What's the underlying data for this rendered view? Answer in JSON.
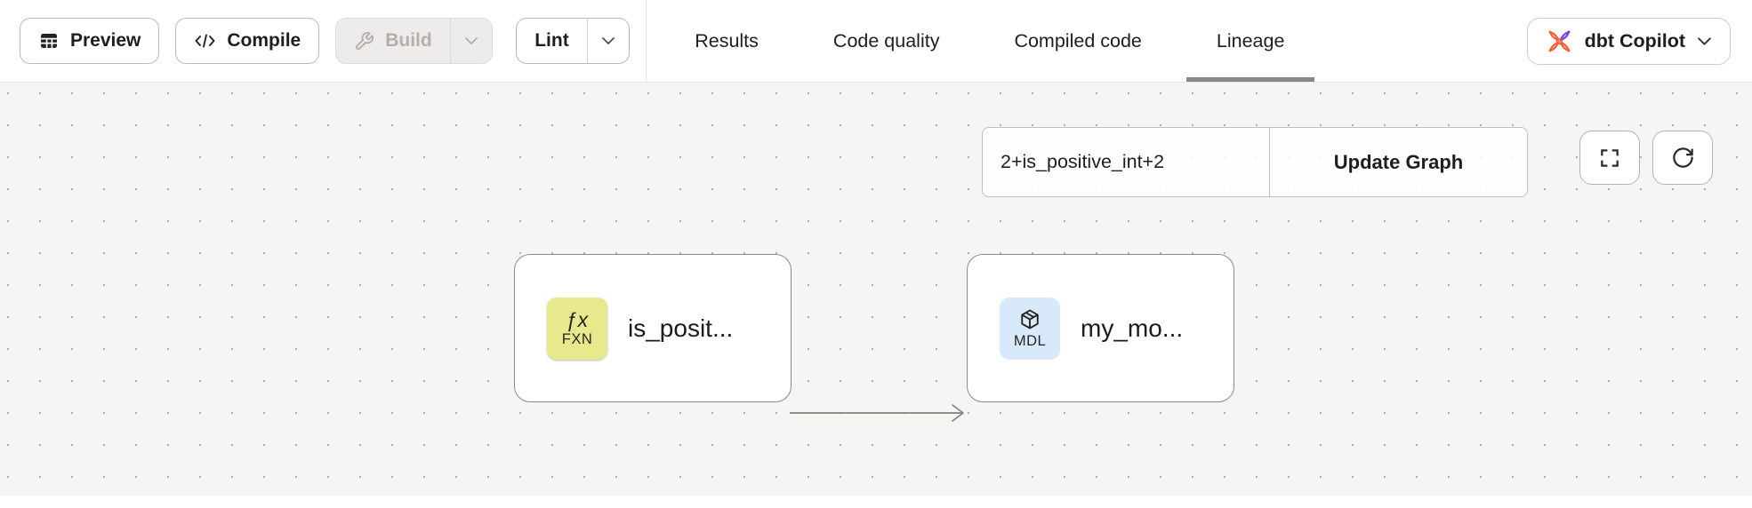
{
  "toolbar": {
    "preview_label": "Preview",
    "compile_label": "Compile",
    "build_label": "Build",
    "lint_label": "Lint"
  },
  "tabs": {
    "results": "Results",
    "code_quality": "Code quality",
    "compiled_code": "Compiled code",
    "lineage": "Lineage",
    "active_tab": "Lineage"
  },
  "copilot": {
    "label": "dbt Copilot"
  },
  "graph": {
    "selector_value": "2+is_positive_int+2",
    "update_button_label": "Update Graph",
    "nodes": {
      "function": {
        "badge_glyph": "ƒx",
        "badge_tag": "FXN",
        "label": "is_posit..."
      },
      "model": {
        "badge_tag": "MDL",
        "label": "my_mo..."
      }
    },
    "edges": [
      {
        "from": "is_posit...",
        "to": "my_mo..."
      }
    ]
  },
  "icons": {
    "preview": "table-icon",
    "compile": "code-icon",
    "build": "wrench-icon",
    "dropdown": "chevron-down-icon",
    "copilot": "dbt-copilot-icon",
    "fullscreen": "fullscreen-icon",
    "refresh": "refresh-icon",
    "function_node": "function-icon",
    "model_node": "cube-icon"
  },
  "colors": {
    "accent_orange": "#ff5c35",
    "accent_purple": "#7b45e0",
    "function_badge": "#e7e98c",
    "model_badge": "#d7e9fb",
    "canvas_bg": "#f5f5f4",
    "canvas_dot": "#b2b0ad",
    "active_tab_underline": "#8a8784",
    "node_border": "#8e8b87",
    "disabled_text": "#b3b0ac"
  }
}
